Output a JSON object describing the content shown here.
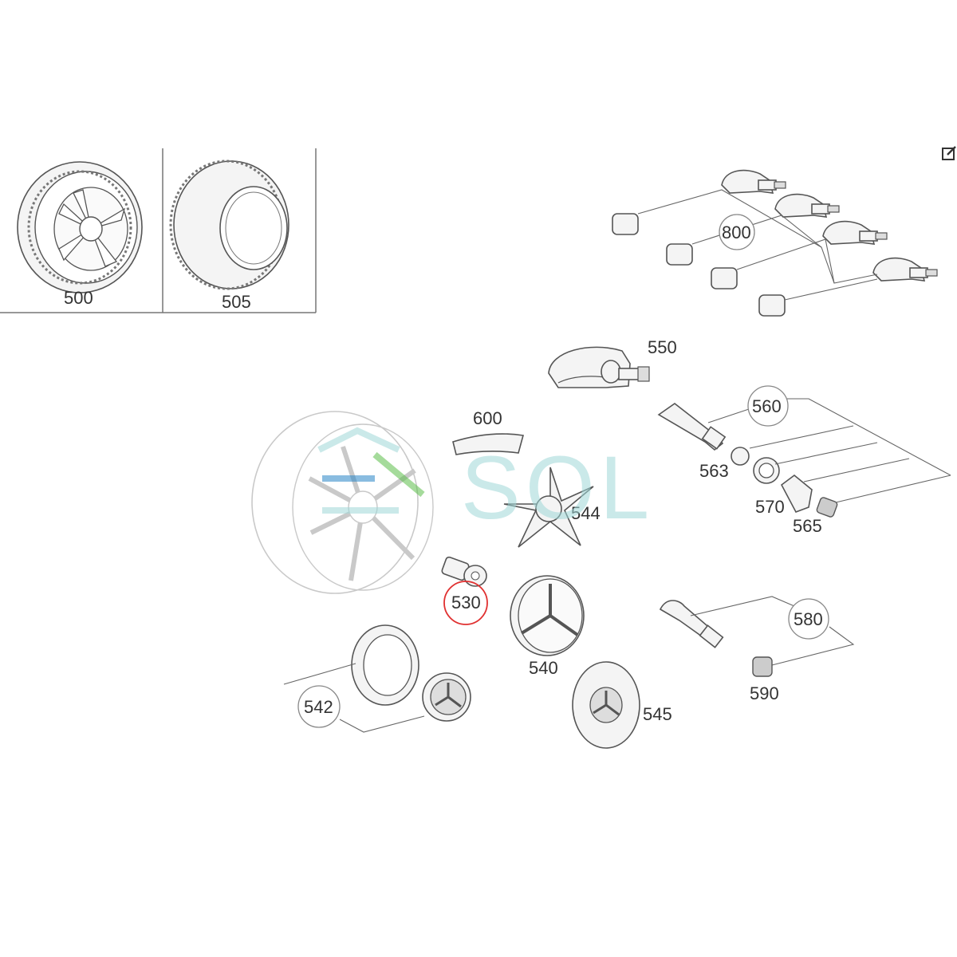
{
  "parts": {
    "p500": "500",
    "p505": "505",
    "p800": "800",
    "p550": "550",
    "p560": "560",
    "p563": "563",
    "p570": "570",
    "p565": "565",
    "p600": "600",
    "p544": "544",
    "p530": "530",
    "p540": "540",
    "p542": "542",
    "p545": "545",
    "p580": "580",
    "p590": "590"
  },
  "watermark": "SOL",
  "highlighted_part": "530",
  "colors": {
    "highlight": "#e03030",
    "watermark_teal": "#9fd8d8",
    "watermark_blue": "#2a86c8",
    "watermark_green": "#5cbf4a",
    "line": "#555555"
  },
  "icons": {
    "corner": "external-link-icon"
  }
}
